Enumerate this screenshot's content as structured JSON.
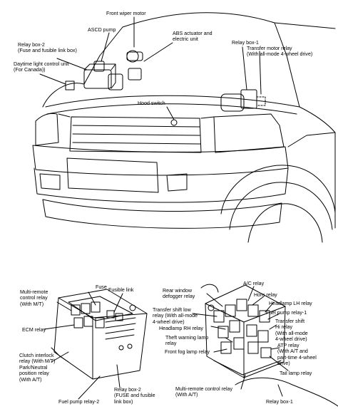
{
  "labels": {
    "front_wiper_motor": "Front wiper motor",
    "ascd_pump": "ASCD pump",
    "abs_actuator": "ABS actuator and\nelectric unit",
    "relay_box_2_top": "Relay box-2\n(Fuse and fusible link box)",
    "relay_box_1_top": "Relay box-1",
    "transfer_motor_relay": "Transfer motor relay\n(With all-mode 4-wheel drive)",
    "daytime_light": "Daytime light control unit\n(For Canada))",
    "hood_switch": "Hood switch",
    "fuse": "Fuse",
    "fusible_link": "Fusible link",
    "multi_remote_mt": "Multi-remote\ncontrol relay\n(With M/T)",
    "ecm_relay": "ECM relay",
    "clutch_interlock": "Clutch interlock\nrelay (With M/T)\nPark/Neutral\nposition relay\n(With A/T)",
    "fuel_pump_relay_2": "Fuel pump relay-2",
    "relay_box_2_bottom": "Relay box-2\n(FUSE and fusible\nlink box)",
    "rear_window_defogger": "Rear window\ndefogger relay",
    "ac_relay": "A/C relay",
    "horn_relay": "Horn relay",
    "headlamp_lh": "Headlamp LH relay",
    "fuel_pump_relay_1": "Fuel pump relay-1",
    "transfer_shift_low": "Transfer shift low\nrelay (With all-mode\n4-wheel drive)",
    "transfer_shift_hi": "Transfer shift\nHi relay\n(With all-mode\n4-wheel drive)",
    "headlamp_rh": "Headlamp RH relay",
    "atp_relay": "ATP relay\n(With A/T and\npart-time 4-wheel\ndrive)",
    "theft_warning": "Theft warning lamp\nrelay",
    "front_fog": "Front fog lamp relay",
    "tail_lamp": "Tail lamp relay",
    "multi_remote_at": "Multi-remote control relay\n(With A/T)",
    "relay_box_1_bottom": "Relay box-1"
  }
}
